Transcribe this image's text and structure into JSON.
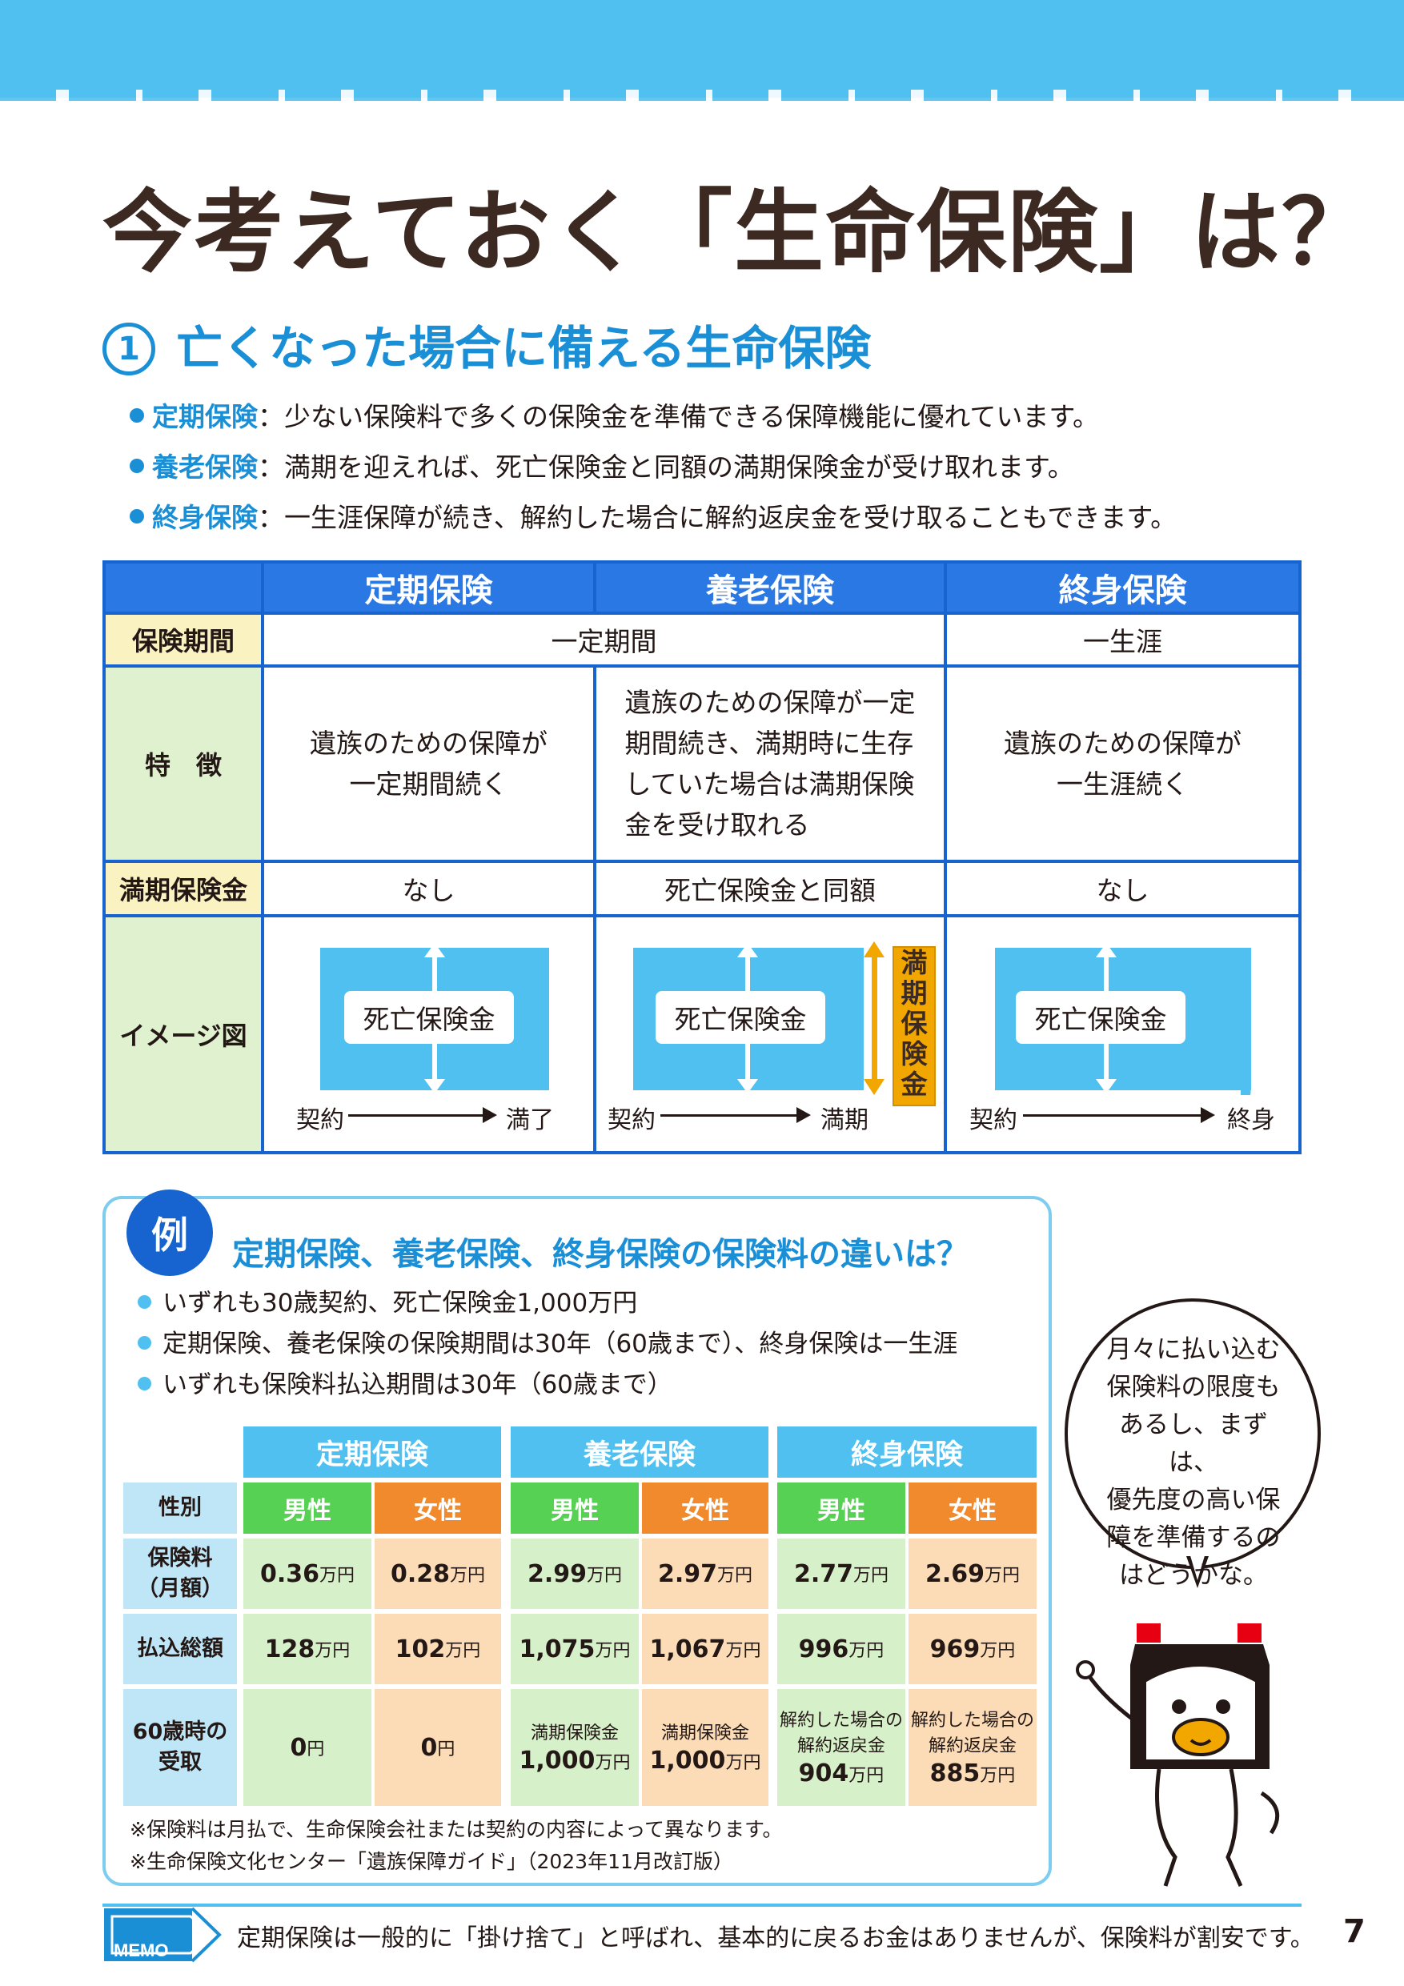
{
  "page": {
    "title": "今考えておく「生命保険」は？",
    "section_number": "①",
    "section_title": "亡くなった場合に備える生命保険",
    "page_number": "7"
  },
  "bullets": [
    {
      "key": "定期保険",
      "text": "：少ない保険料で多くの保険金を準備できる保障機能に優れています。"
    },
    {
      "key": "養老保険",
      "text": "：満期を迎えれば、死亡保険金と同額の満期保険金が受け取れます。"
    },
    {
      "key": "終身保険",
      "text": "：一生涯保障が続き、解約した場合に解約返戻金を受け取ることもできます。"
    }
  ],
  "comparison": {
    "headers": [
      "定期保険",
      "養老保険",
      "終身保険"
    ],
    "row_labels": {
      "period": "保険期間",
      "feature": "特　徴",
      "maturity": "満期保険金",
      "image": "イメージ図"
    },
    "period": {
      "fixed": "一定期間",
      "whole": "一生涯"
    },
    "feature": [
      "遺族のための保障が\n一定期間続く",
      "遺族のための保障が一定\n期間続き、満期時に生存\nしていた場合は満期保険\n金を受け取れる",
      "遺族のための保障が\n一生涯続く"
    ],
    "maturity": [
      "なし",
      "死亡保険金と同額",
      "なし"
    ],
    "image": {
      "box_label": "死亡保険金",
      "maturity_tag": "満期保険金",
      "start": "契約",
      "ends": [
        "満了",
        "満期",
        "終身"
      ]
    }
  },
  "example": {
    "badge": "例",
    "title": "定期保険、養老保険、終身保険の保険料の違いは？",
    "bullets": [
      "いずれも30歳契約、死亡保険金1,000万円",
      "定期保険、養老保険の保険期間は30年（60歳まで）、終身保険は一生涯",
      "いずれも保険料払込期間は30年（60歳まで）"
    ],
    "table": {
      "groups": [
        "定期保険",
        "養老保険",
        "終身保険"
      ],
      "gender_label": "性別",
      "genders": [
        "男性",
        "女性",
        "男性",
        "女性",
        "男性",
        "女性"
      ],
      "rows": [
        {
          "label": "保険料\n（月額）",
          "values": [
            "0.36",
            "0.28",
            "2.99",
            "2.97",
            "2.77",
            "2.69"
          ],
          "unit": "万円"
        },
        {
          "label": "払込総額",
          "values": [
            "128",
            "102",
            "1,075",
            "1,067",
            "996",
            "969"
          ],
          "unit": "万円"
        }
      ],
      "receipt": {
        "label": "60歳時の\n受取",
        "cells": [
          {
            "note": "",
            "value": "0",
            "unit": "円"
          },
          {
            "note": "",
            "value": "0",
            "unit": "円"
          },
          {
            "note": "満期保険金",
            "value": "1,000",
            "unit": "万円"
          },
          {
            "note": "満期保険金",
            "value": "1,000",
            "unit": "万円"
          },
          {
            "note": "解約した場合の\n解約返戻金",
            "value": "904",
            "unit": "万円"
          },
          {
            "note": "解約した場合の\n解約返戻金",
            "value": "885",
            "unit": "万円"
          }
        ]
      }
    },
    "notes": [
      "※保険料は月払で、生命保険会社または契約の内容によって異なります。",
      "※生命保険文化センター「遺族保障ガイド」（2023年11月改訂版）"
    ]
  },
  "speech_bubble": "月々に払い込む\n保険料の限度も\nあるし、まずは、\n優先度の高い保\n障を準備するの\nはどうかな。",
  "memo": {
    "label": "MEMO",
    "text": "定期保険は一般的に「掛け捨て」と呼ばれ、基本的に戻るお金はありませんが、保険料が割安です。"
  },
  "colors": {
    "blue": "#1763cf",
    "sky": "#4fc0f0",
    "accent_text": "#1a8fd6",
    "orange": "#f2a600",
    "male": "#57d154",
    "female": "#f08a2c"
  }
}
